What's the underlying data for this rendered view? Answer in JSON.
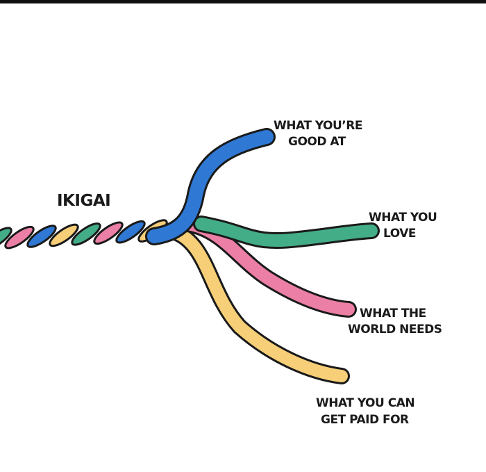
{
  "title": "IKIGAI",
  "strands": [
    {
      "id": "good",
      "color": "#2f78d4",
      "lines": [
        "WHAT YOU’RE",
        "GOOD AT"
      ]
    },
    {
      "id": "love",
      "color": "#43ad88",
      "lines": [
        "WHAT YOU",
        "LOVE"
      ]
    },
    {
      "id": "needs",
      "color": "#ec7fa6",
      "lines": [
        "WHAT THE",
        "WORLD NEEDS"
      ]
    },
    {
      "id": "paid",
      "color": "#f7cf78",
      "lines": [
        "WHAT YOU CAN",
        "GET PAID FOR"
      ]
    }
  ]
}
